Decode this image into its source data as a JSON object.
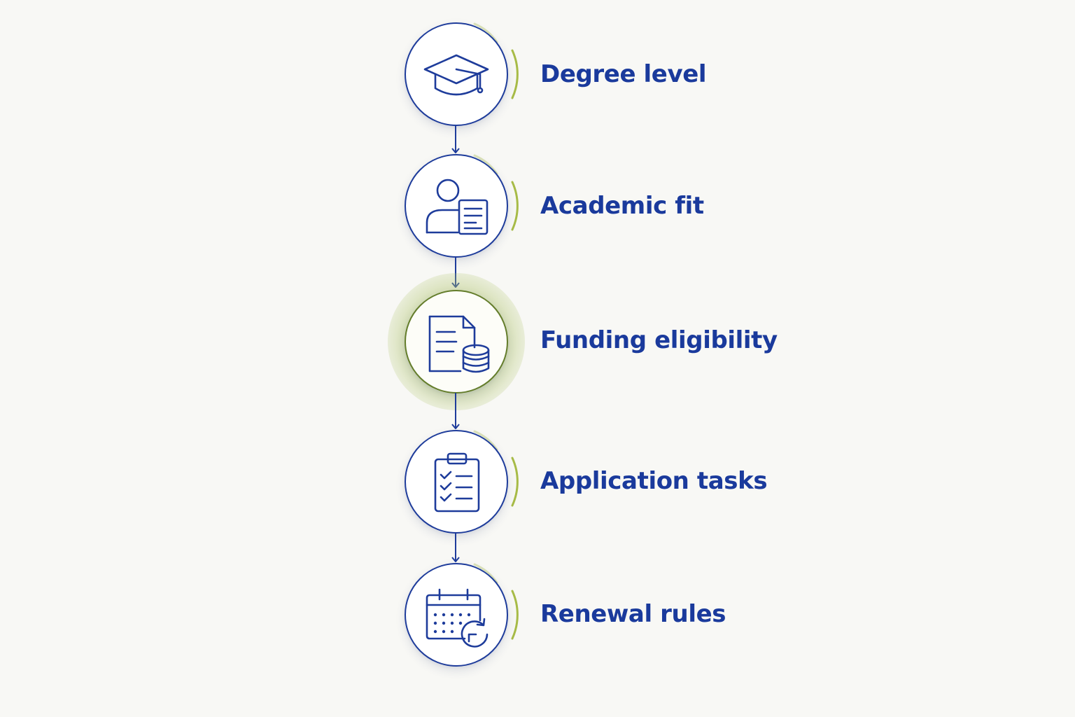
{
  "colors": {
    "primary": "#1a3a9c",
    "accent": "#a7bb47",
    "background": "#f8f8f5"
  },
  "steps": [
    {
      "label": "Degree level",
      "icon": "graduation-cap-icon",
      "highlighted": false
    },
    {
      "label": "Academic fit",
      "icon": "person-document-icon",
      "highlighted": false
    },
    {
      "label": "Funding eligibility",
      "icon": "document-coins-icon",
      "highlighted": true
    },
    {
      "label": "Application tasks",
      "icon": "clipboard-checklist-icon",
      "highlighted": false
    },
    {
      "label": "Renewal rules",
      "icon": "calendar-renew-icon",
      "highlighted": false
    }
  ]
}
